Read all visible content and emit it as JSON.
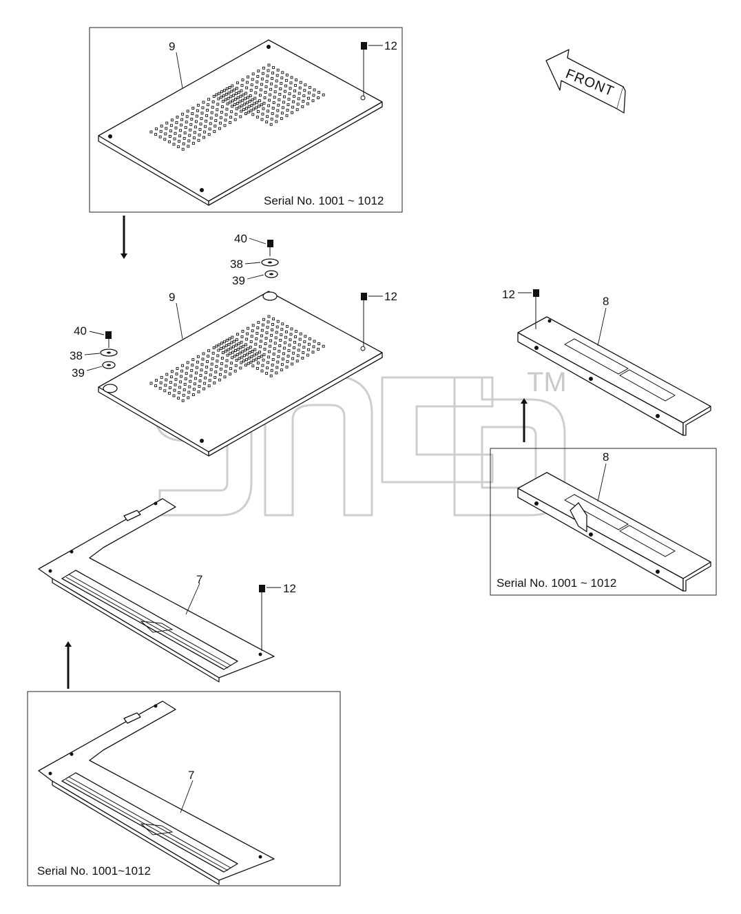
{
  "serial_labels": {
    "panel9_inset": "Serial No. 1001 ~ 1012",
    "cover8_inset": "Serial No. 1001 ~ 1012",
    "plate7_inset": "Serial No. 1001~1012"
  },
  "front_label": "FRONT",
  "watermark": {
    "trademark": "TM"
  },
  "callouts": {
    "p9_top": "9",
    "p12_top": "12",
    "p9_main": "9",
    "p12_main": "12",
    "p40_a": "40",
    "p38_a": "38",
    "p39_a": "39",
    "p40_b": "40",
    "p38_b": "38",
    "p39_b": "39",
    "p12_cover": "12",
    "p8_main": "8",
    "p8_inset": "8",
    "p7_main": "7",
    "p12_plate": "12",
    "p7_inset": "7"
  }
}
